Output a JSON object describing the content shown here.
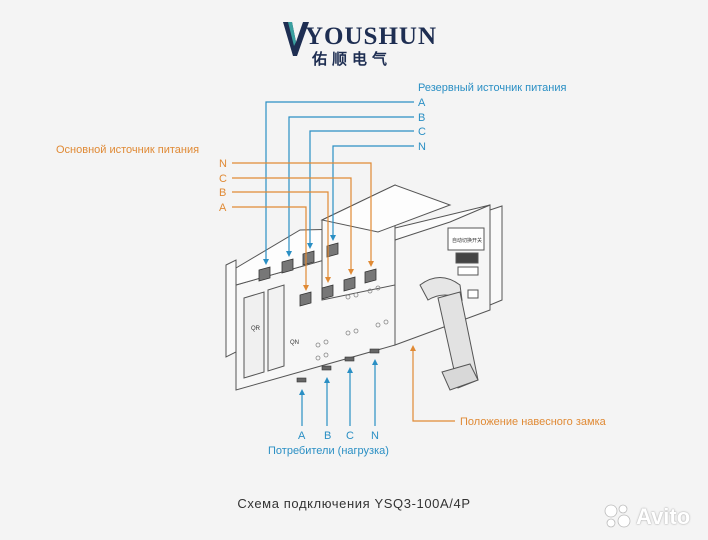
{
  "logo": {
    "brand": "YOUSHUN",
    "brand_cn": "佑顺电气"
  },
  "reserve_source": {
    "title": "Резервный источник питания",
    "phases": [
      "A",
      "B",
      "C",
      "N"
    ]
  },
  "main_source": {
    "title": "Основной источник питания",
    "phases": [
      "N",
      "C",
      "B",
      "A"
    ]
  },
  "consumers": {
    "title": "Потребители (нагрузка)",
    "phases": [
      "A",
      "B",
      "C",
      "N"
    ]
  },
  "lock_position": {
    "label": "Положение навесного замка"
  },
  "device_labels": {
    "switch_1": "QR",
    "switch_2": "QN",
    "panel_text": "自动切换开关"
  },
  "footer": {
    "title": "Схема подключения YSQ3-100A/4P"
  },
  "watermark": {
    "text": "Avito"
  },
  "colors": {
    "blue": "#2a8fc4",
    "orange": "#e08a35",
    "logo": "#1e2e52",
    "line_art": "#555555"
  }
}
